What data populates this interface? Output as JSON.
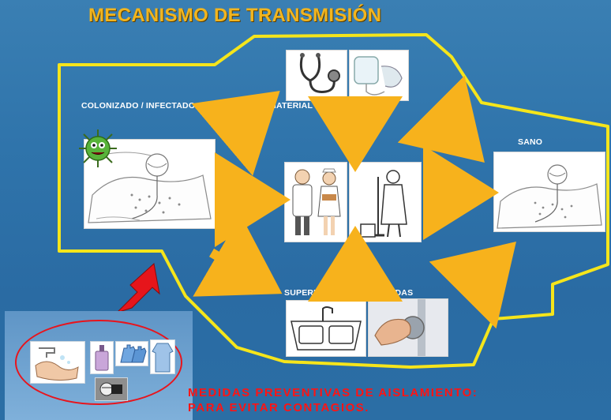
{
  "title": "MECANISMO DE TRANSMISIÓN",
  "labels": {
    "colonizado": "COLONIZADO / INFECTADO",
    "material": "MATERIAL CONTAMINADO",
    "sano": "SANO",
    "superficies": "SUPERFICIES CONTAMINADAS"
  },
  "footer": {
    "line1": "MEDIDAS PREVENTIVAS DE AISLAMIENTO:",
    "line2": "PARA EVITAR  CONTAGIOS."
  },
  "colors": {
    "background": "#2f74ab",
    "title": "#f2b51e",
    "outline": "#f5e51b",
    "arrow": "#f7b21c",
    "red_arrow": "#e6151b",
    "footer": "#ff1414"
  },
  "icons": {
    "germ": "germ-icon",
    "patient": "patient-bed-icon",
    "stethoscope": "stethoscope-icon",
    "iv_bag": "iv-bag-icon",
    "doctor_nurse": "doctor-nurse-icon",
    "cleaner": "cleaner-icon",
    "sink": "sink-icon",
    "door_knob": "door-knob-icon",
    "hand_wash": "hand-wash-icon",
    "soap": "soap-bottle-icon",
    "gloves": "gloves-icon",
    "gown": "gown-icon",
    "mask": "mask-icon"
  }
}
